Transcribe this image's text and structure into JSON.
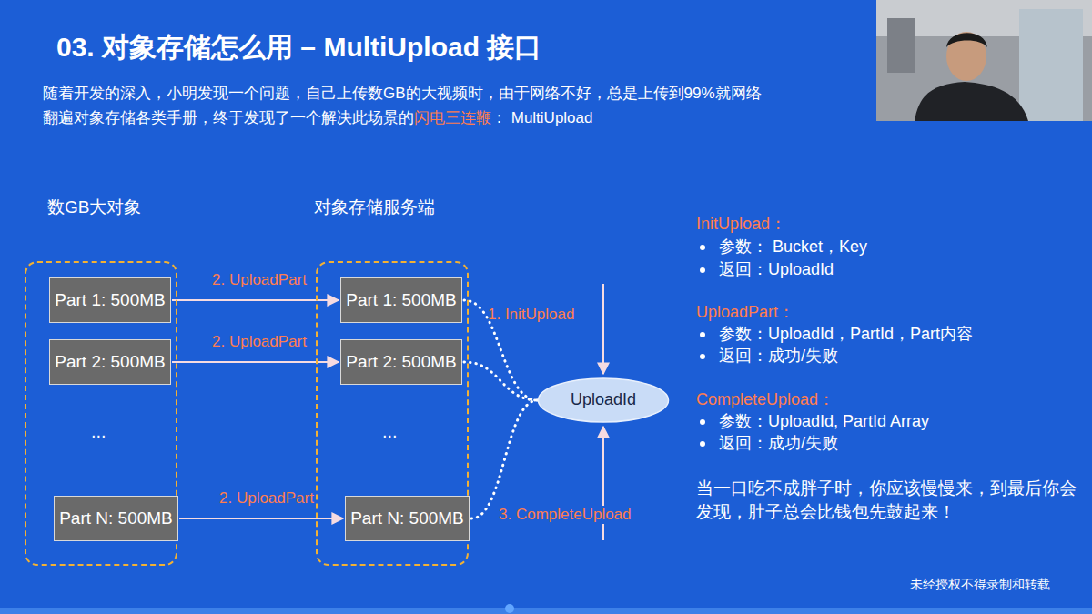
{
  "diagram": {
    "title": "03. 对象存储怎么用 – MultiUpload 接口",
    "nodes": [
      {
        "text": [
          "数GB大对象"
        ]
      },
      {
        "text": [
          "Part 1: 500MB"
        ],
        "in": 0
      },
      {
        "text": [
          "Part 2: 500MB"
        ],
        "in": 0
      },
      {
        "text": [
          "Part N: 500MB"
        ],
        "in": 0
      },
      {
        "text": [
          "对象存储服务端"
        ]
      },
      {
        "text": [
          "Part 1: 500MB"
        ],
        "in": 4
      },
      {
        "text": [
          "Part 2: 500MB"
        ],
        "in": 4
      },
      {
        "text": [
          "Part N: 500MB"
        ],
        "in": 4
      },
      {
        "text": [
          "UploadId"
        ]
      }
    ],
    "edges": [
      {
        "from": 1,
        "to": 5,
        "arrow": "to",
        "label": "2. UploadPart"
      },
      {
        "from": 2,
        "to": 6,
        "arrow": "to",
        "label": "2. UploadPart"
      },
      {
        "from": 3,
        "to": 7,
        "arrow": "to",
        "label": "2. UploadPart"
      },
      {
        "from": 5,
        "to": 8,
        "arrow": "none"
      },
      {
        "from": 6,
        "to": 8,
        "arrow": "none"
      },
      {
        "from": 7,
        "to": 8,
        "arrow": "none"
      }
    ],
    "labels": [
      "随着开发的深入，小明发现一个问题，自己上传数GB的大视频时，由于网络不好，总是上传到99%就网络",
      "翻遍对象存储各类手册，终于发现了一个解决此场景的",
      "闪电三连鞭",
      "： MultiUpload",
      "...",
      "...",
      "1. InitUpload",
      "3. CompleteUpload",
      "InitUpload：",
      "参数： Bucket，Key",
      "返回：UploadId",
      "UploadPart：",
      "参数：UploadId，PartId，Part内容",
      "返回：成功/失败",
      "CompleteUpload：",
      "参数：UploadId, PartId Array",
      "返回：成功/失败",
      "当一口吃不成胖子时，你应该慢慢来，到最后你会发现，肚子总会比钱包先鼓起来！",
      "未经授权不得录制和转载"
    ]
  }
}
